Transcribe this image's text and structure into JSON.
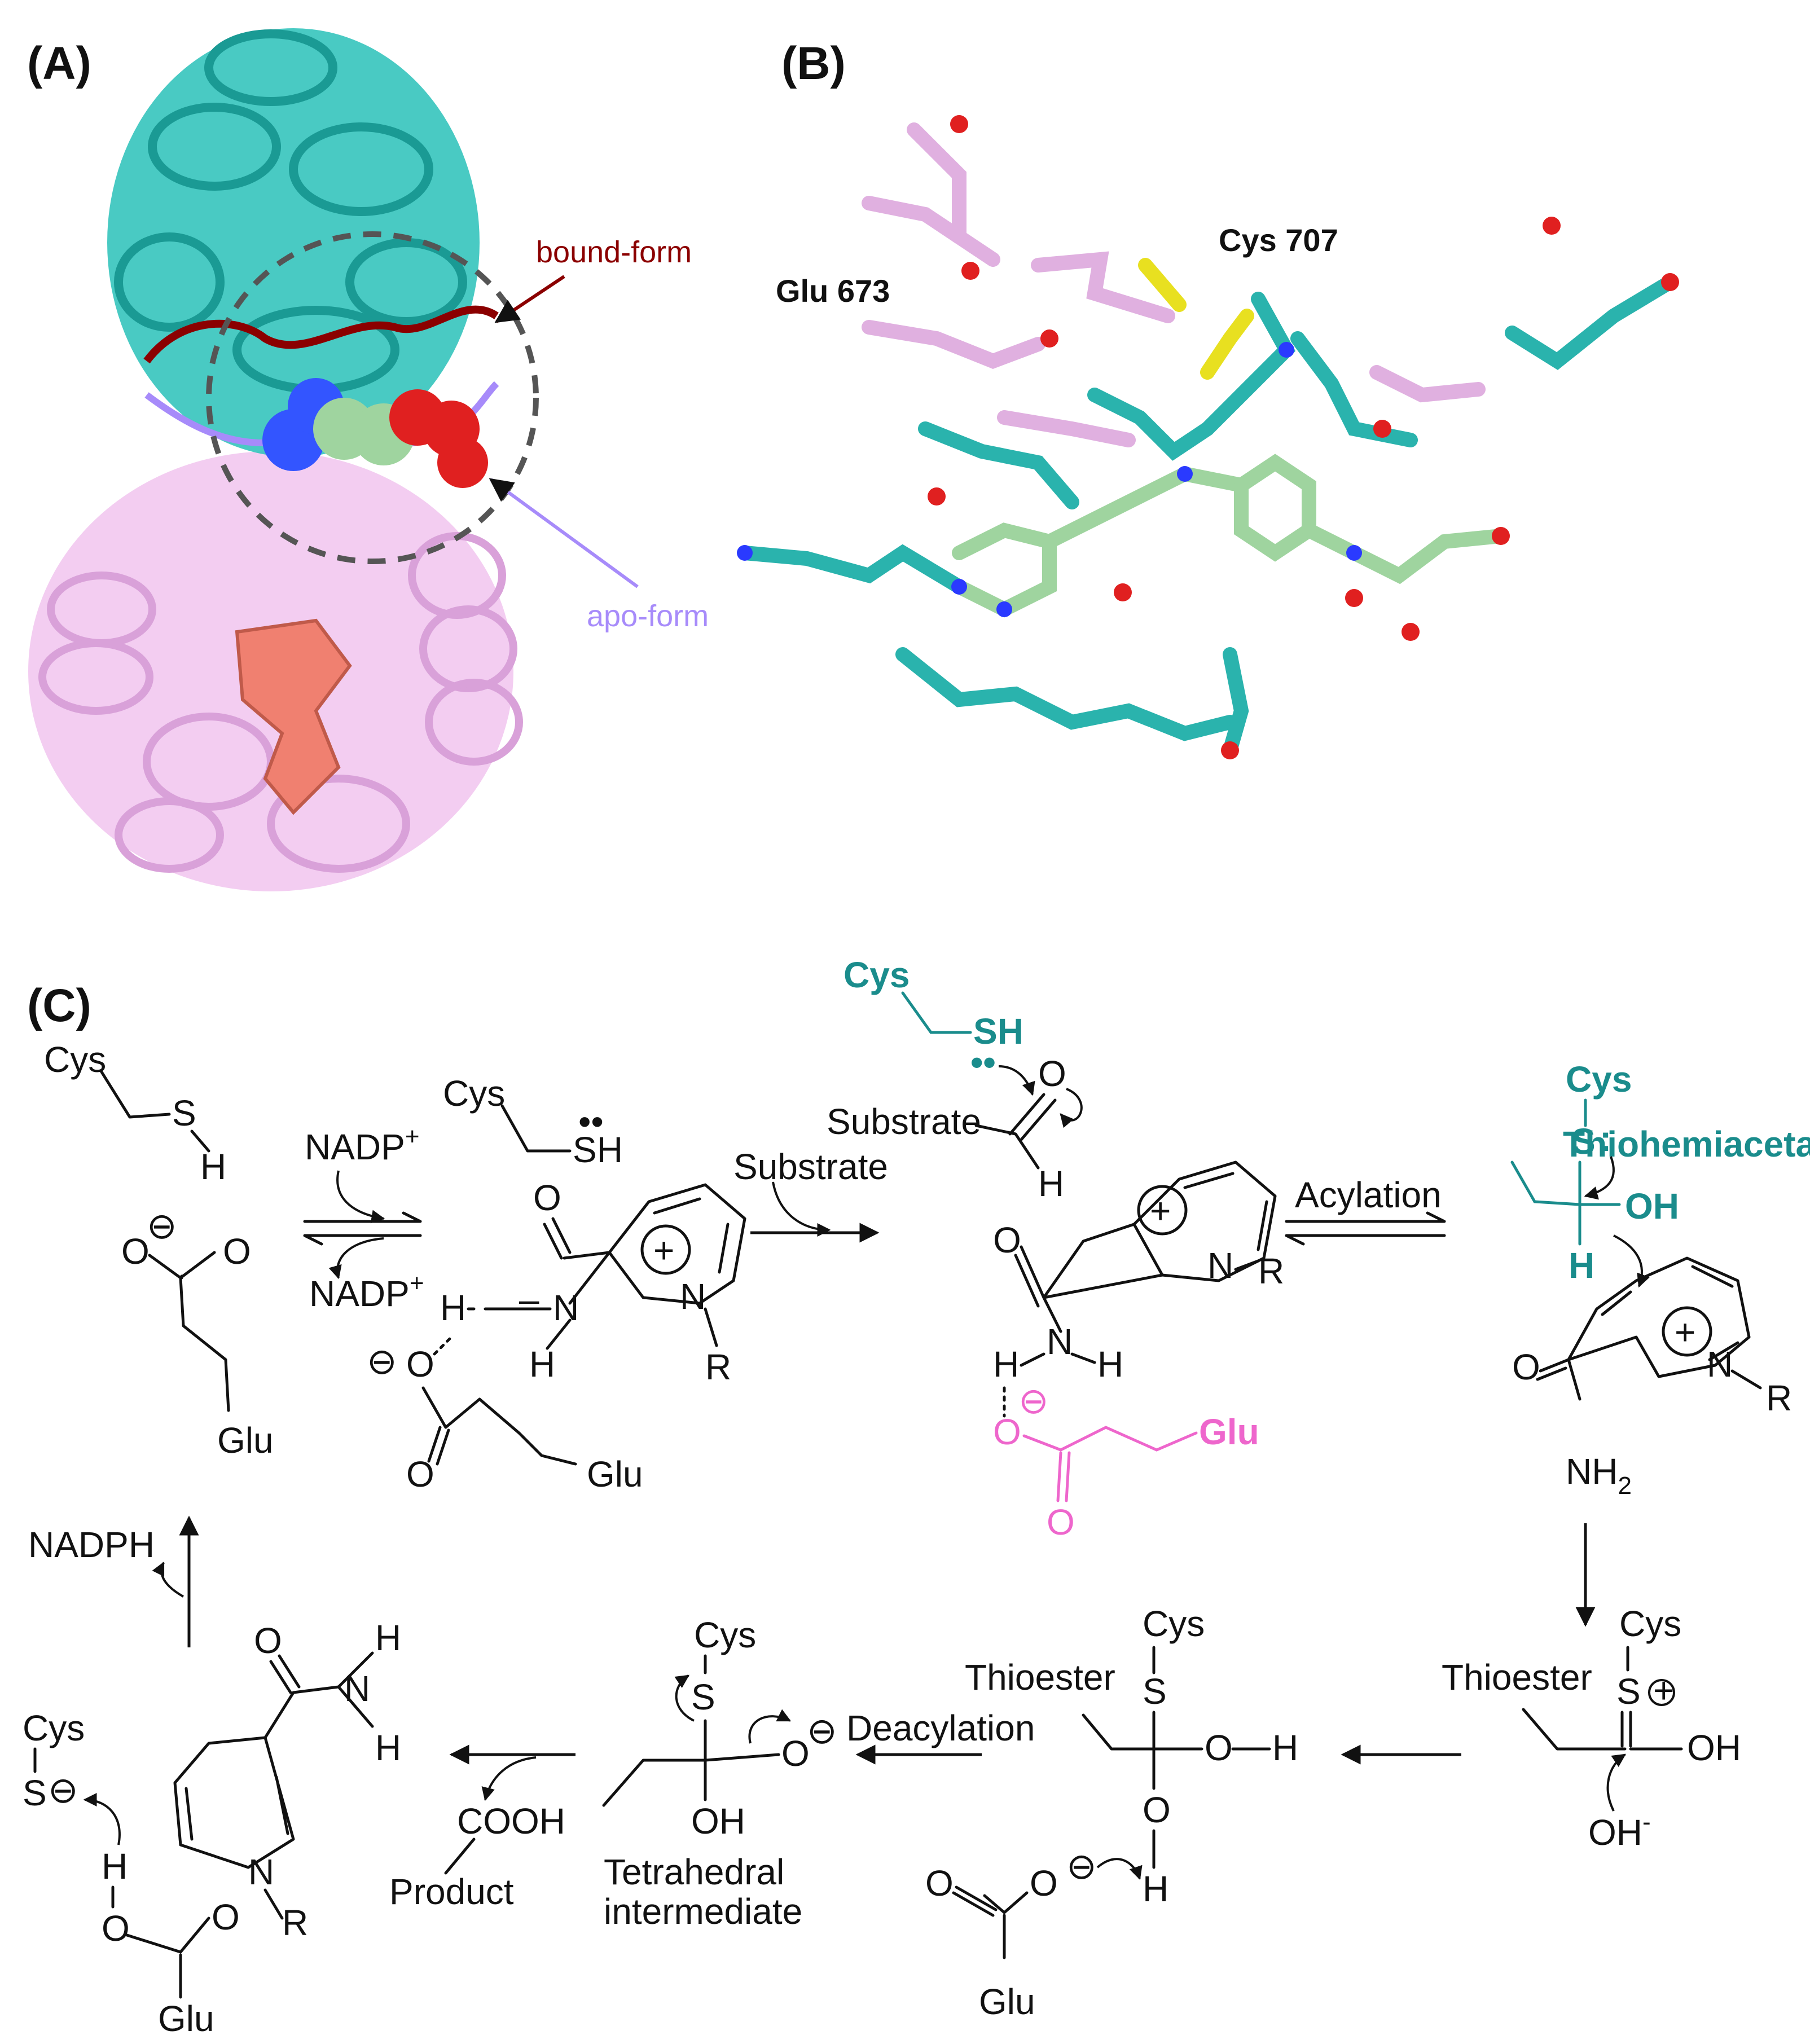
{
  "panels": {
    "a": "(A)",
    "b": "(B)",
    "c": "(C)"
  },
  "panel_a": {
    "bound_form_label": "bound-form",
    "apo_form_label": "apo-form",
    "colors": {
      "catalytic_domain": "#2cb8b0",
      "nad_domain": "#e6b8e6",
      "oligo_domain": "#f08070",
      "bound_loop": "#8b0000",
      "apo_loop": "#a78bfa"
    }
  },
  "panel_b": {
    "glu_label": "Glu 673",
    "cys_label": "Cys 707"
  },
  "panel_c": {
    "cys": "Cys",
    "s": "S",
    "h": "H",
    "sh": "SH",
    "o": "O",
    "n": "N",
    "r": "R",
    "glu": "Glu",
    "oh": "OH",
    "oh_minus": "OH",
    "nh2": "NH",
    "nh2_sub": "2",
    "minus_sign": "-",
    "nadp_plus": "NADP",
    "plus_sign": "+",
    "nadph": "NADPH",
    "substrate": "Substrate",
    "acylation": "Acylation",
    "thiohemiacetal": "Thiohemiacetal",
    "thioester": "Thioester",
    "deacylation": "Deacylation",
    "tetrahedral_1": "Tetrahedral",
    "tetrahedral_2": "intermediate",
    "product": "Product",
    "cooh": "COOH",
    "ominus_o": "O",
    "lone_pair": ":",
    "colors": {
      "teal": "#1a8c8c",
      "pink": "#ee66cc"
    }
  }
}
